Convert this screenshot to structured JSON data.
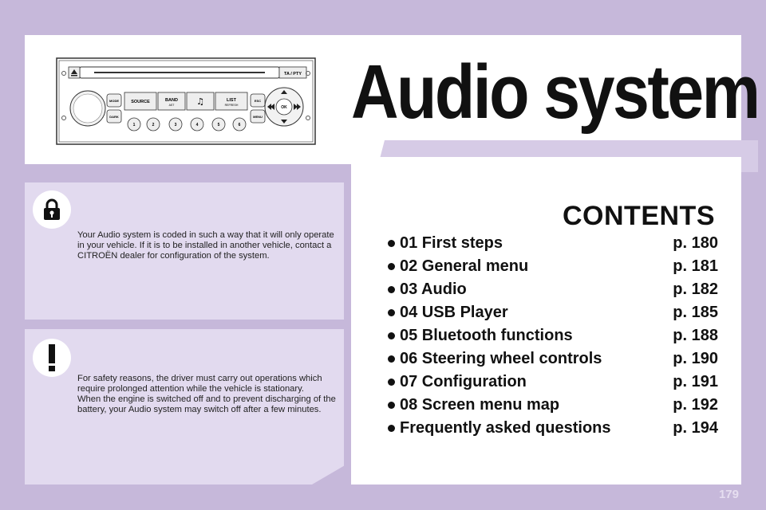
{
  "page_title": "Audio system",
  "radio": {
    "buttons": {
      "mode": "MODE",
      "dark": "DARK",
      "source": "SOURCE",
      "band": "BAND",
      "band_sub": "AST",
      "list": "LIST",
      "list_sub": "REFRESH",
      "esc": "ESC",
      "menu": "MENU",
      "ok": "OK",
      "ta_pty": "TA / PTY",
      "presets": [
        "1",
        "2",
        "3",
        "4",
        "5",
        "6"
      ]
    }
  },
  "notes": [
    {
      "icon": "lock-icon",
      "text": "Your Audio system is coded in such a way that it will only operate in your vehicle. If it is to be installed in another vehicle, contact a CITROËN dealer for configuration of the system."
    },
    {
      "icon": "exclamation-icon",
      "text_lines": [
        "For safety reasons, the driver must carry out operations which require prolonged attention while the vehicle is stationary.",
        "When the engine is switched off and to prevent discharging of the battery, your Audio system may switch off after a few minutes."
      ]
    }
  ],
  "contents": {
    "heading": "CONTENTS",
    "items": [
      {
        "label": "01 First steps",
        "page": "p. 180"
      },
      {
        "label": "02 General menu",
        "page": "p. 181"
      },
      {
        "label": "03 Audio",
        "page": "p. 182"
      },
      {
        "label": "04 USB Player",
        "page": "p. 185"
      },
      {
        "label": "05 Bluetooth functions",
        "page": "p. 188"
      },
      {
        "label": "06 Steering wheel controls",
        "page": "p. 190"
      },
      {
        "label": "07 Configuration",
        "page": "p. 191"
      },
      {
        "label": "08 Screen menu map",
        "page": "p. 192"
      },
      {
        "label": "Frequently asked questions",
        "page": "p. 194"
      }
    ]
  },
  "page_number": "179",
  "colors": {
    "background": "#c6b8da",
    "note_panel": "#e2daef",
    "text": "#111111"
  }
}
